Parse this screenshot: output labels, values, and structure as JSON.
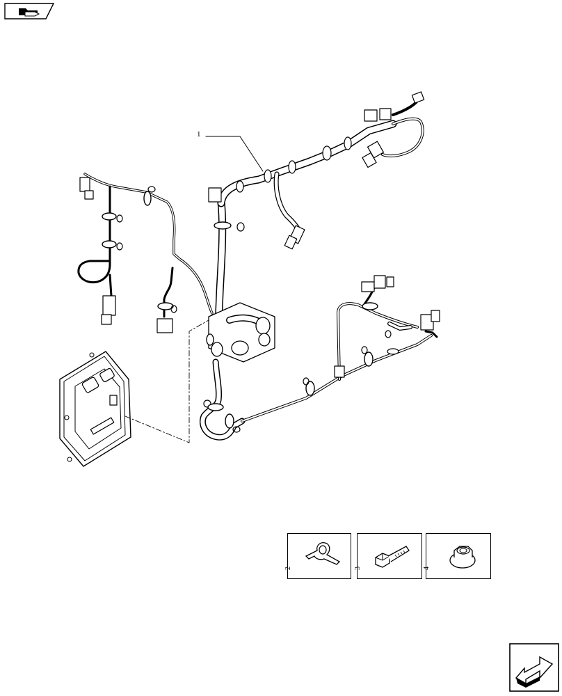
{
  "callouts": {
    "harness": "1"
  },
  "parts": [
    {
      "number": "2",
      "icon": "p-clamp-icon"
    },
    {
      "number": "3",
      "icon": "bolt-icon"
    },
    {
      "number": "4",
      "icon": "flange-nut-icon"
    }
  ],
  "icons": {
    "top_left": "folder-hand-icon",
    "bottom_right": "next-page-arrow-icon"
  }
}
